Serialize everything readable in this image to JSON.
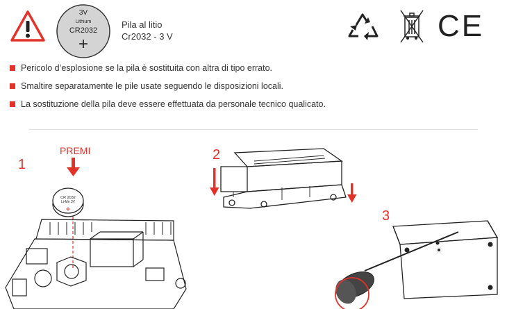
{
  "header": {
    "battery_icon": {
      "voltage": "3V",
      "chemistry": "Lithium",
      "model": "CR2032",
      "polarity": "+"
    },
    "battery_desc_line1": "Pila al litio",
    "battery_desc_line2": "Cr2032 - 3 V",
    "icons": [
      "warning-icon",
      "recycle-icon",
      "weee-bin-icon",
      "ce-mark-icon"
    ],
    "ce_text": "CE"
  },
  "bullets": [
    "Pericolo d’esplosione se la pila è sostituita con altra di tipo errato.",
    "Smaltire separatamente le pile usate seguendo le disposizioni locali.",
    "La sostituzione della pila deve essere effettuata da personale tecnico qualicato."
  ],
  "steps": {
    "step1": {
      "number": "1",
      "action": "PREMI",
      "coin": {
        "line1": "CR 2032",
        "line2": "Li-Mn 3V",
        "polarity": "+"
      }
    },
    "step2": {
      "number": "2"
    },
    "step3": {
      "number": "3"
    }
  },
  "colors": {
    "accent": "#e2332a",
    "line": "#222222",
    "divider": "#dcdcdc"
  }
}
